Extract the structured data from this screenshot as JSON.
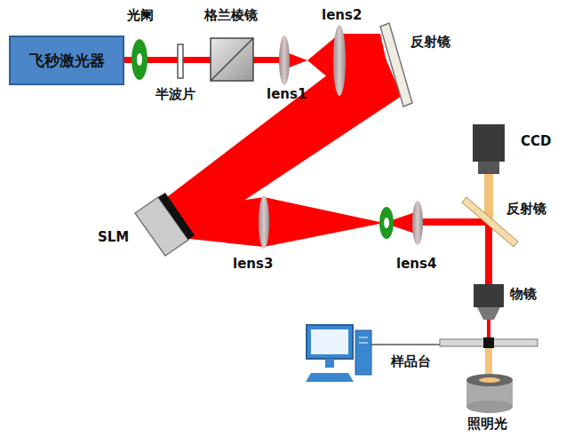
{
  "diagram": {
    "nodes": [
      {
        "text": [
          "飞秒激光器"
        ]
      }
    ],
    "labels": [
      "光阑",
      "格兰棱镜",
      "lens2",
      "反射镜",
      "半波片",
      "lens1",
      "CCD",
      "SLM",
      "lens3",
      "lens4",
      "反射镜",
      "物镜",
      "样品台",
      "照明光"
    ]
  }
}
